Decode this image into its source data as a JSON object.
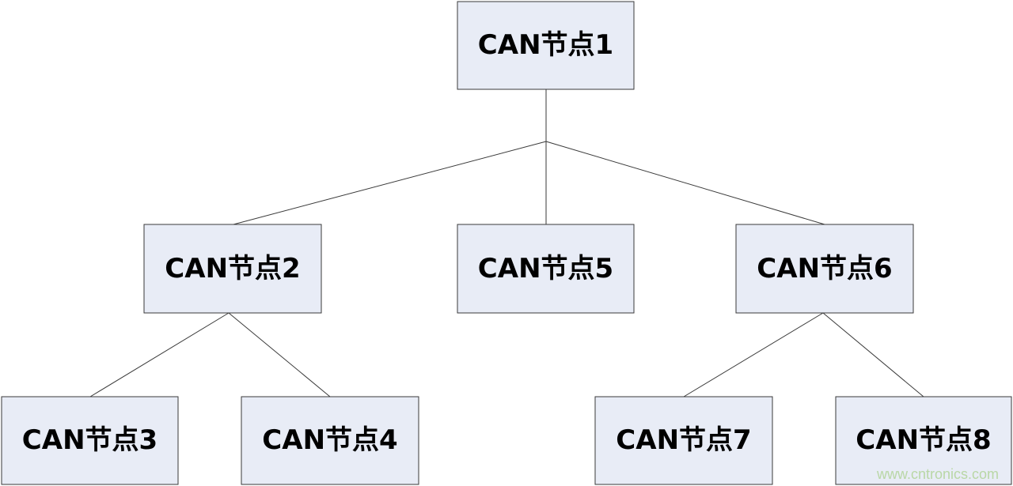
{
  "nodes": [
    {
      "id": "n1",
      "label": "CAN节点1"
    },
    {
      "id": "n2",
      "label": "CAN节点2"
    },
    {
      "id": "n5",
      "label": "CAN节点5"
    },
    {
      "id": "n6",
      "label": "CAN节点6"
    },
    {
      "id": "n3",
      "label": "CAN节点3"
    },
    {
      "id": "n4",
      "label": "CAN节点4"
    },
    {
      "id": "n7",
      "label": "CAN节点7"
    },
    {
      "id": "n8",
      "label": "CAN节点8"
    }
  ],
  "edges": [
    {
      "from": "n1",
      "to": "n2"
    },
    {
      "from": "n1",
      "to": "n5"
    },
    {
      "from": "n1",
      "to": "n6"
    },
    {
      "from": "n2",
      "to": "n3"
    },
    {
      "from": "n2",
      "to": "n4"
    },
    {
      "from": "n6",
      "to": "n7"
    },
    {
      "from": "n6",
      "to": "n8"
    }
  ],
  "watermark": "www.cntronics.com",
  "colors": {
    "node_fill": "#e8ecf6",
    "node_border": "#3a3a3a",
    "line": "#3a3a3a",
    "watermark": "#b9d7a6"
  }
}
